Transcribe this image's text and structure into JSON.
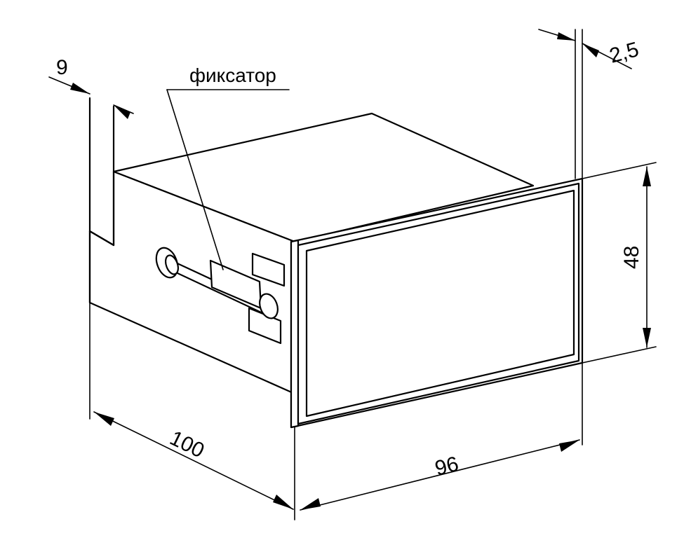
{
  "labels": {
    "latch": "фиксатор"
  },
  "dimensions": {
    "panel_thickness": "9",
    "bezel_depth": "2,5",
    "depth": "100",
    "width": "96",
    "height": "48"
  },
  "colors": {
    "line": "#000000",
    "background": "#ffffff"
  }
}
